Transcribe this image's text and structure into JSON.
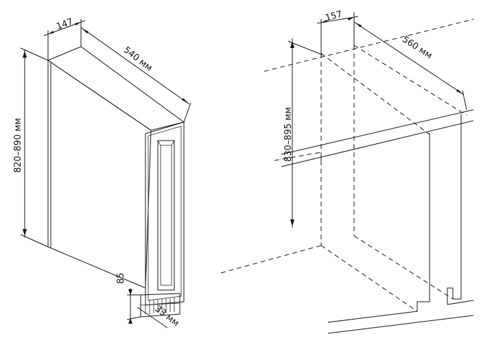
{
  "left_appliance": {
    "depth_label": "540 мм",
    "width_label": "147",
    "height_label": "820–890 мм",
    "plinth_height_label": "85",
    "plinth_depth_label": "33 мм"
  },
  "right_niche": {
    "depth_label": "560 мм",
    "width_label": "157",
    "height_label": "830–895 мм"
  }
}
